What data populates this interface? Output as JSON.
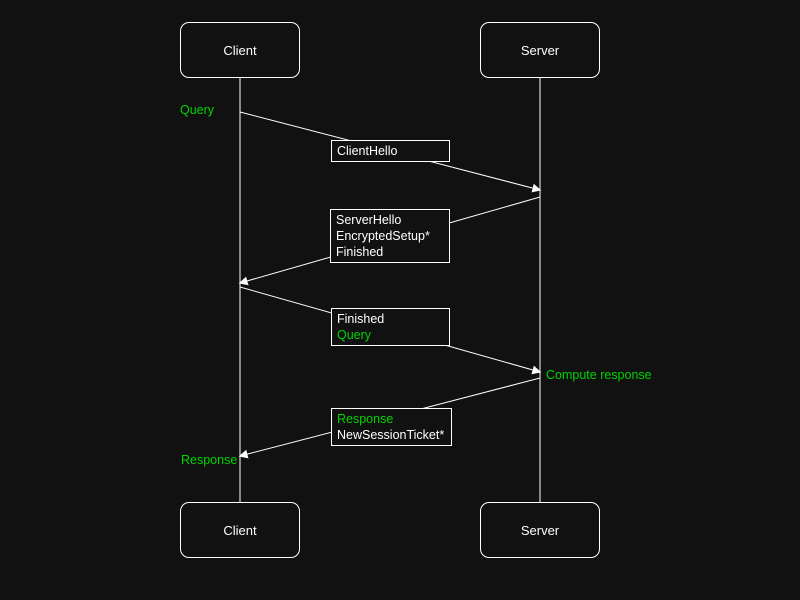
{
  "colors": {
    "background": "#111111",
    "foreground": "#ffffff",
    "accent": "#00d400"
  },
  "actors": {
    "client_top": "Client",
    "server_top": "Server",
    "client_bottom": "Client",
    "server_bottom": "Server"
  },
  "annotations": {
    "query": "Query",
    "compute_response": "Compute response",
    "response": "Response"
  },
  "messages": {
    "client_hello": {
      "line1": "ClientHello"
    },
    "server_hello": {
      "line1": "ServerHello",
      "line2": "EncryptedSetup*",
      "line3": "Finished"
    },
    "finished_query": {
      "line1": "Finished",
      "line2": "Query"
    },
    "response_ticket": {
      "line1": "Response",
      "line2": "NewSessionTicket*"
    }
  }
}
